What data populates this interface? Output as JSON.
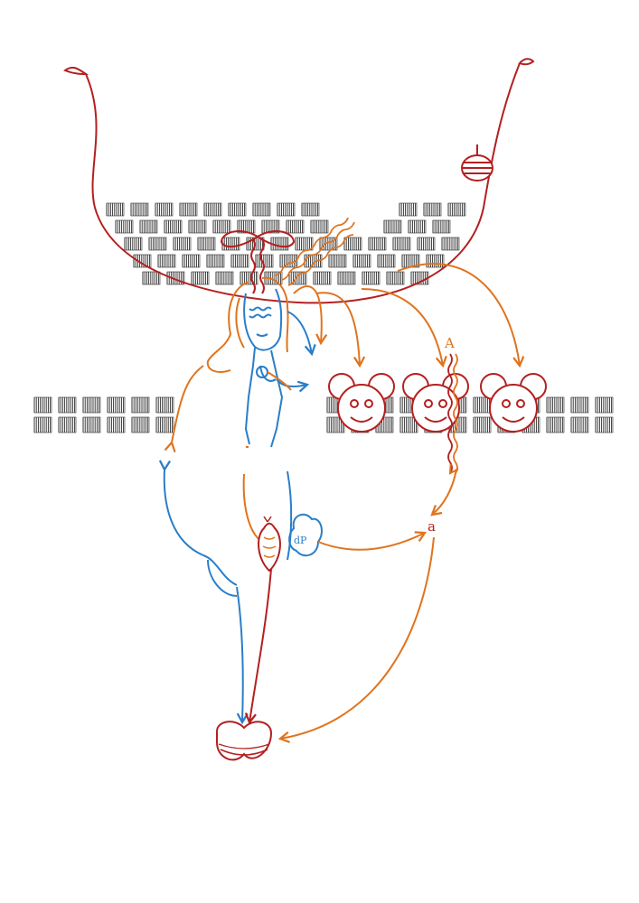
{
  "palette": {
    "red": "#b3201f",
    "orange": "#e0741e",
    "blue": "#2a7ec8",
    "hatch": "#2b2b2b",
    "paper": "#ffffff"
  },
  "labels": {
    "capital_a": "A",
    "small_a": "a",
    "dp": "dP"
  }
}
